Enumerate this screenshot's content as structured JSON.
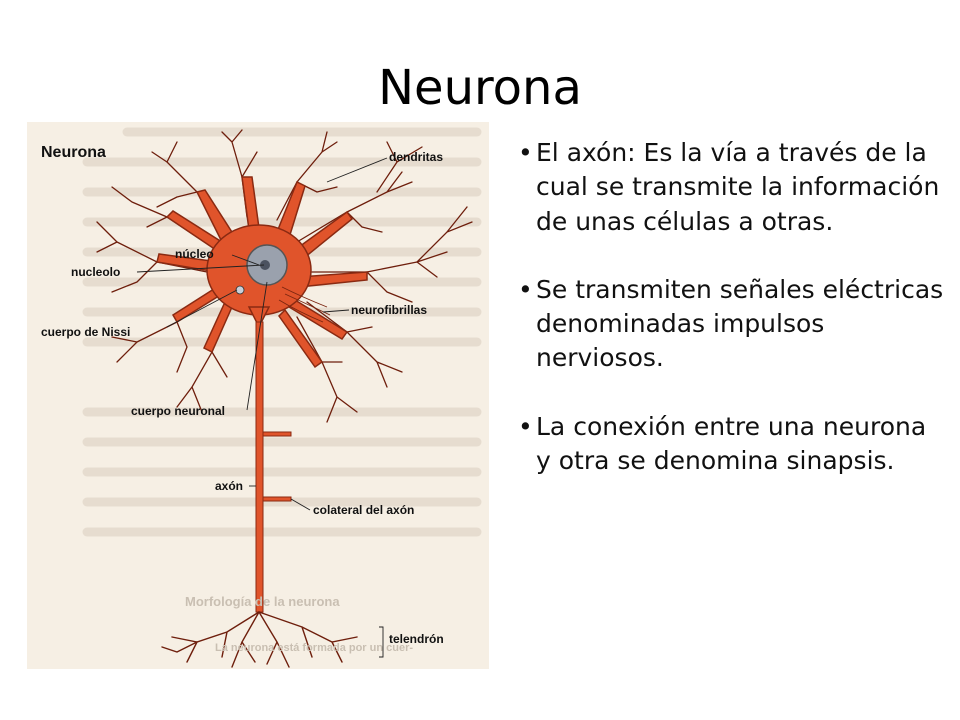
{
  "slide": {
    "title": "Neurona"
  },
  "figure": {
    "title": "Neurona",
    "labels": {
      "dendritas": "dendritas",
      "nucleo": "núcleo",
      "nucleolo": "nucleolo",
      "neurofibrillas": "neurofibrillas",
      "cuerpo_nissi": "cuerpo de Nissi",
      "cuerpo_neuronal": "cuerpo neuronal",
      "axon": "axón",
      "colateral": "colateral del axón",
      "telendron": "telendrón"
    },
    "background_text": {
      "line1": "Morfología de la neurona",
      "line2": "La neurona está formada por un cuer-"
    },
    "colors": {
      "neuron_fill": "#e0542b",
      "neuron_stroke": "#8a2a12",
      "nucleus": "#9aa1ad",
      "paper": "#f6efe4"
    }
  },
  "bullets": [
    {
      "marker": "•",
      "text": "El axón: Es la vía a través de la cual se transmite la información de unas células a otras."
    },
    {
      "marker": "•",
      "text": "Se transmiten señales eléctricas denominadas impulsos nerviosos."
    },
    {
      "marker": "•",
      "text": "La conexión entre una neurona y otra se denomina sinapsis."
    }
  ]
}
